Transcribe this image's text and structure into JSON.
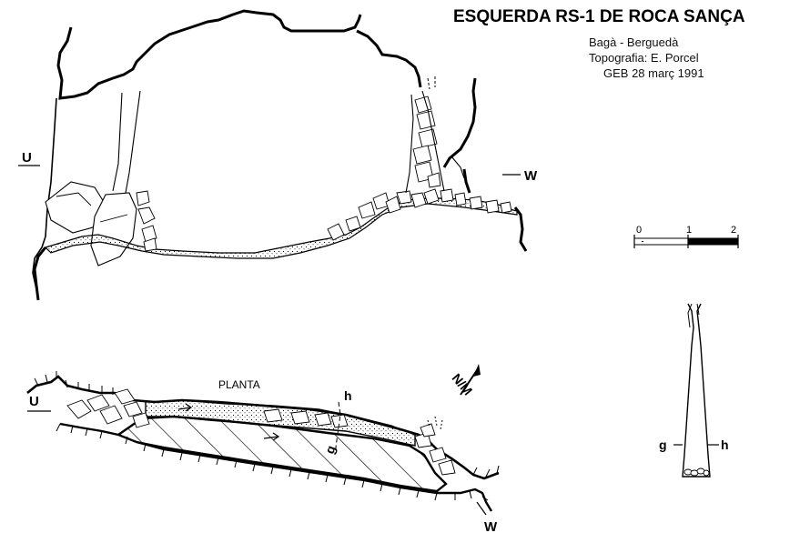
{
  "header": {
    "title": "ESQUERDA RS-1 DE ROCA SANÇA",
    "location": "Bagà - Berguedà",
    "survey": "Topografia: E. Porcel",
    "group_date": "GEB   28 març 1991"
  },
  "profile": {
    "label_east": "U",
    "label_west": "W"
  },
  "scale_bar": {
    "ticks": [
      "0",
      "1",
      "2"
    ]
  },
  "plan": {
    "label": "PLANTA",
    "label_east": "U",
    "label_west": "W",
    "label_g": "g",
    "label_h": "h",
    "north_label": "N/M"
  },
  "section": {
    "label_g": "g",
    "label_h": "h"
  },
  "colors": {
    "ink": "#000000",
    "paper": "#ffffff"
  }
}
